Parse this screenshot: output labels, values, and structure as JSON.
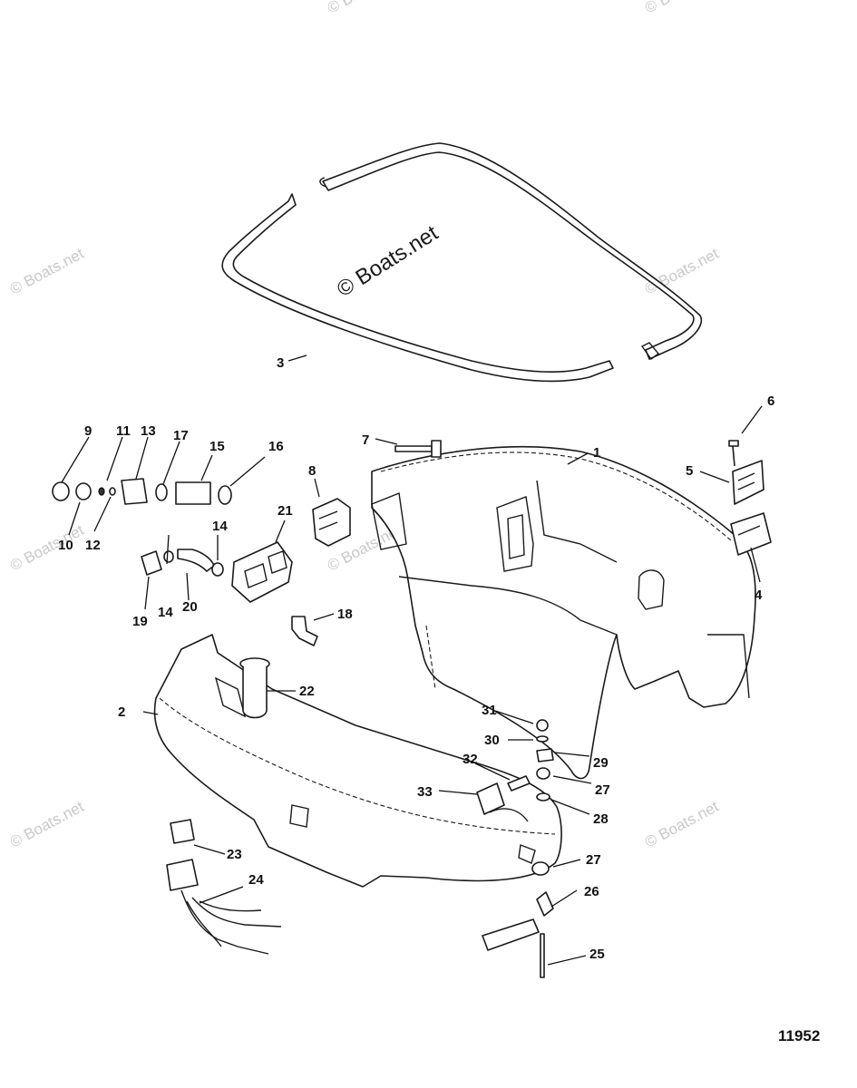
{
  "watermark": "© Boats.net",
  "figure_number": "11952",
  "callouts": [
    "1",
    "2",
    "3",
    "4",
    "5",
    "6",
    "7",
    "8",
    "9",
    "10",
    "11",
    "12",
    "13",
    "14",
    "14",
    "15",
    "16",
    "17",
    "18",
    "19",
    "20",
    "21",
    "22",
    "23",
    "24",
    "25",
    "26",
    "27",
    "27",
    "28",
    "29",
    "30",
    "31",
    "32",
    "33"
  ]
}
